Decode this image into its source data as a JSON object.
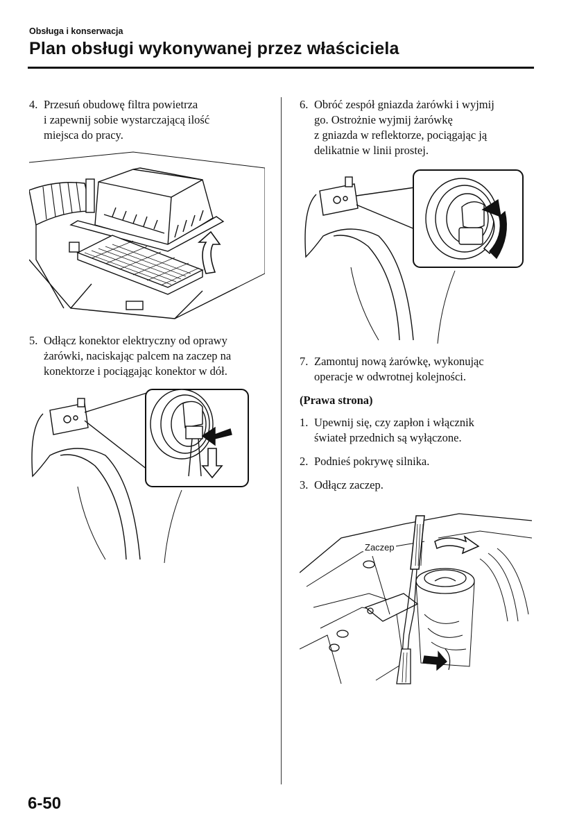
{
  "header": {
    "section": "Obsługa i konserwacja",
    "title": "Plan obsługi wykonywanej przez właściciela"
  },
  "left_column": {
    "step4": {
      "num": "4.",
      "lines": [
        "Przesuń obudowę filtra powietrza",
        "i zapewnij sobie wystarczającą ilość",
        "miejsca do pracy."
      ]
    },
    "step5": {
      "num": "5.",
      "lines": [
        "Odłącz konektor elektryczny od oprawy",
        "żarówki, naciskając palcem na zaczep na",
        "konektorze i pociągając konektor w dół."
      ]
    }
  },
  "right_column": {
    "step6": {
      "num": "6.",
      "lines": [
        "Obróć zespół gniazda żarówki i wyjmij",
        "go. Ostrożnie wyjmij żarówkę",
        "z gniazda w reflektorze, pociągając ją",
        "delikatnie w linii prostej."
      ]
    },
    "step7": {
      "num": "7.",
      "lines": [
        "Zamontuj nową żarówkę, wykonując",
        "operacje w odwrotnej kolejności."
      ]
    },
    "subheading": "(Prawa strona)",
    "sub_steps": [
      {
        "num": "1.",
        "lines": [
          "Upewnij się, czy zapłon i włącznik",
          "świateł przednich są wyłączone."
        ]
      },
      {
        "num": "2.",
        "lines": [
          "Podnieś pokrywę silnika."
        ]
      },
      {
        "num": "3.",
        "lines": [
          "Odłącz zaczep."
        ]
      }
    ],
    "figure_label": "Zaczep"
  },
  "footer": {
    "page_number": "6-50"
  }
}
